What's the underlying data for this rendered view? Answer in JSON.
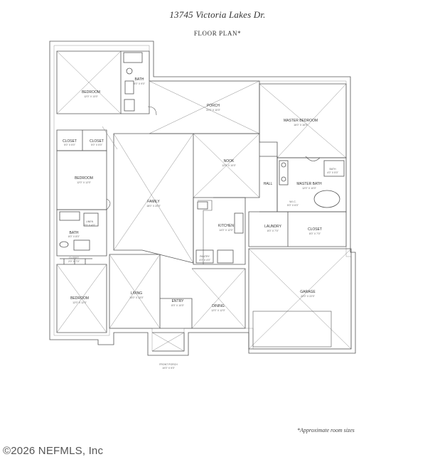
{
  "header": {
    "address": "13745 Victoria Lakes Dr.",
    "title": "FLOOR PLAN*"
  },
  "rooms": [
    {
      "key": "bedroom_nw",
      "name": "BEDROOM",
      "dims": "12'0\" X 13'0\""
    },
    {
      "key": "bath_nw",
      "name": "BATH",
      "dims": "8'0\" X 9'0\""
    },
    {
      "key": "closet_1",
      "name": "CLOSET",
      "dims": "5'0\" X 5'0\""
    },
    {
      "key": "closet_2",
      "name": "CLOSET",
      "dims": "5'0\" X 5'0\""
    },
    {
      "key": "bedroom_w",
      "name": "BEDROOM",
      "dims": "12'0\" X 12'0\""
    },
    {
      "key": "bath_w",
      "name": "BATH",
      "dims": "8'0\" X 8'0\""
    },
    {
      "key": "linen_w",
      "name": "LINEN",
      "dims": "2'0\" X 4'0\""
    },
    {
      "key": "closet_w",
      "name": "CLOSET",
      "dims": "2'0\" X 7'0\""
    },
    {
      "key": "bedroom_sw",
      "name": "BEDROOM",
      "dims": "12'0\" X 12'0\""
    },
    {
      "key": "porch",
      "name": "PORCH",
      "dims": "22'0\" X 10'0\""
    },
    {
      "key": "nook",
      "name": "NOOK",
      "dims": "12'0\" X 10'0\""
    },
    {
      "key": "family",
      "name": "FAMILY",
      "dims": "18'0\" X 20'0\""
    },
    {
      "key": "kitchen",
      "name": "KITCHEN",
      "dims": "14'0\" X 12'0\""
    },
    {
      "key": "pantry",
      "name": "PANTRY",
      "dims": "4'0\" X 4'0\""
    },
    {
      "key": "living",
      "name": "LIVING",
      "dims": "14'0\" X 13'0\""
    },
    {
      "key": "entry",
      "name": "ENTRY",
      "dims": "8'0\" X 10'0\""
    },
    {
      "key": "dining",
      "name": "DINING",
      "dims": "12'0\" X 12'0\""
    },
    {
      "key": "master_bedroom",
      "name": "MASTER BEDROOM",
      "dims": "16'0\" X 16'0\""
    },
    {
      "key": "master_bath",
      "name": "MASTER BATH",
      "dims": "12'0\" X 10'0\""
    },
    {
      "key": "bath_master_small",
      "name": "BATH",
      "dims": "4'0\" X 5'0\""
    },
    {
      "key": "hall",
      "name": "HALL",
      "dims": ""
    },
    {
      "key": "wic",
      "name": "W.I.C.",
      "dims": "5'0\" X 6'0\""
    },
    {
      "key": "laundry",
      "name": "LAUNDRY",
      "dims": "8'0\" X 7'0\""
    },
    {
      "key": "closet_master",
      "name": "CLOSET",
      "dims": "8'0\" X 7'0\""
    },
    {
      "key": "garage",
      "name": "GARAGE",
      "dims": "22'0\" X 22'0\""
    },
    {
      "key": "front_porch",
      "name": "FRONT PORCH",
      "dims": "10'0\" X 5'0\""
    }
  ],
  "footer": {
    "note": "*Approximate room sizes",
    "copyright": "©2026 NEFMLS, Inc"
  }
}
